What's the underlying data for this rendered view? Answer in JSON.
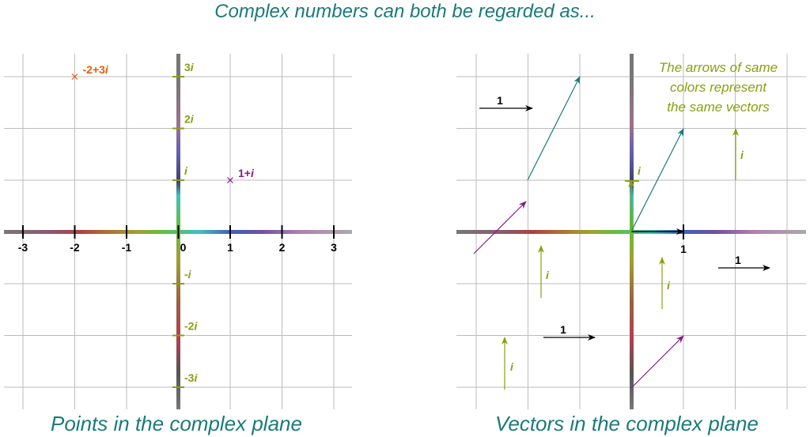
{
  "title": "Complex numbers can both be regarded as...",
  "left": {
    "caption": "Points in the complex plane",
    "real_ticks": [
      "-3",
      "-2",
      "-1",
      "0",
      "1",
      "2",
      "3"
    ],
    "imag_ticks": [
      {
        "coef": "3",
        "text": "3i"
      },
      {
        "coef": "2",
        "text": "2i"
      },
      {
        "coef": "",
        "text": "i"
      },
      {
        "coef": "-",
        "text": "-i"
      },
      {
        "coef": "-2",
        "text": "-2i"
      },
      {
        "coef": "-3",
        "text": "-3i"
      }
    ],
    "points": [
      {
        "label_prefix": "-2+3",
        "label_suffix": "i",
        "re": -2,
        "im": 3,
        "color": "#e06010"
      },
      {
        "label_prefix": "1+",
        "label_suffix": "i",
        "re": 1,
        "im": 1,
        "color": "#8a1a8a"
      }
    ]
  },
  "right": {
    "caption": "Vectors in the complex plane",
    "note": [
      "The arrows of same",
      "colors represent",
      "the same vectors"
    ],
    "axis_real_label": "1",
    "axis_imag_label": "i",
    "vector_labels": {
      "one": "1",
      "i": "i"
    }
  },
  "colors": {
    "teal": "#1a7a7a",
    "olive": "#8aa010",
    "purple": "#8a1a8a",
    "orange": "#e06010",
    "black": "#000000"
  }
}
